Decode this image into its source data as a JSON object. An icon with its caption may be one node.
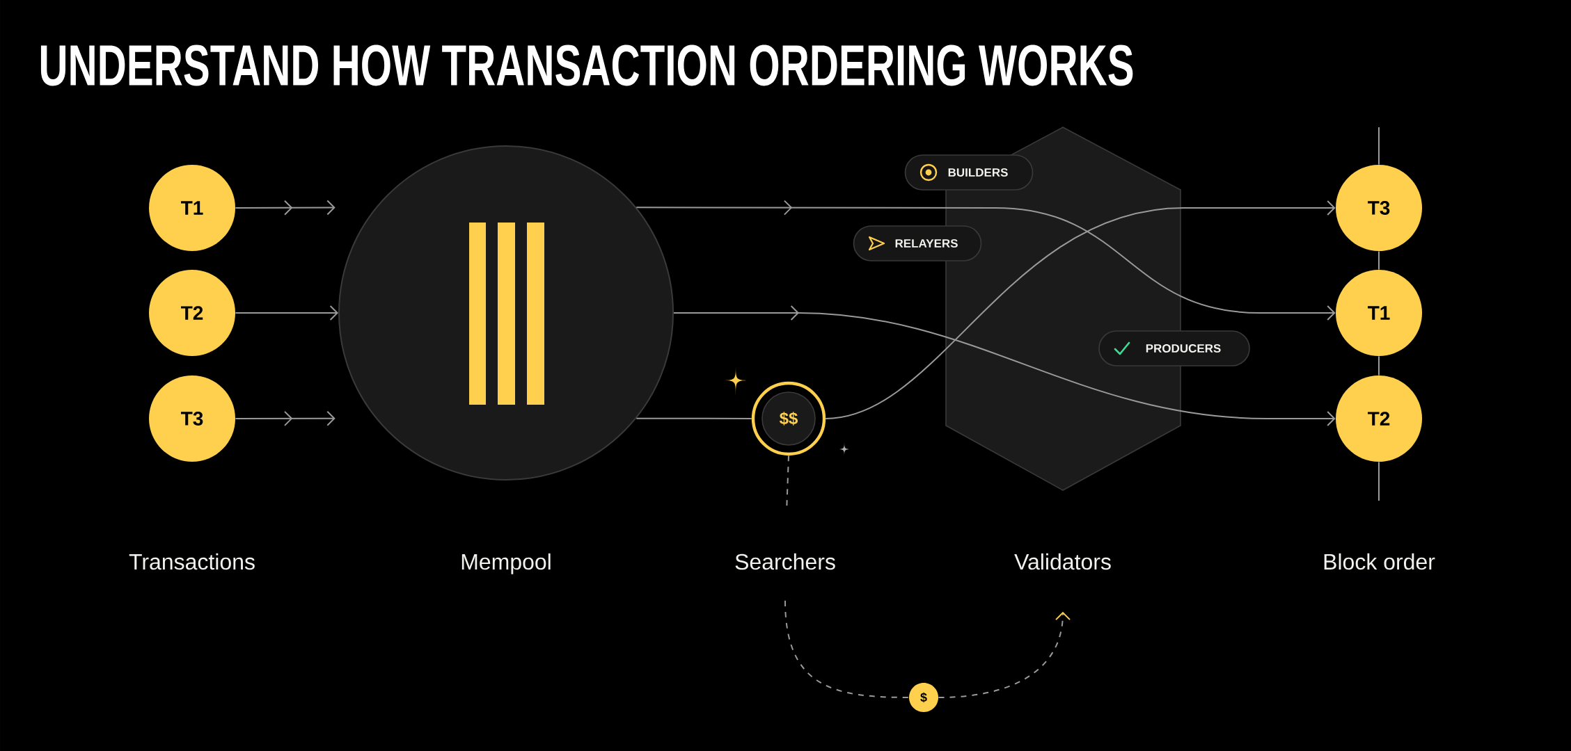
{
  "diagram": {
    "title": "UNDERSTAND HOW TRANSACTION ORDERING WORKS",
    "nodes": [
      {
        "text": [
          "T1"
        ]
      },
      {
        "text": [
          "T2"
        ]
      },
      {
        "text": [
          "T3"
        ]
      },
      {
        "text": [],
        "shape": "circle"
      },
      {
        "text": [
          "$$"
        ]
      },
      {
        "text": [
          "BUILDERS"
        ]
      },
      {
        "text": [
          "RELAYERS"
        ]
      },
      {
        "text": [
          "PRODUCERS"
        ]
      },
      {
        "text": [
          "T3"
        ]
      },
      {
        "text": [
          "T1"
        ]
      },
      {
        "text": [
          "T2"
        ]
      },
      {
        "text": [
          "Searchers"
        ]
      },
      {
        "text": [
          "Validators"
        ]
      },
      {
        "text": [
          "$"
        ]
      }
    ],
    "edges": [
      {
        "from": 0,
        "to": 3,
        "arrow": "to"
      },
      {
        "from": 1,
        "to": 3,
        "arrow": "to"
      },
      {
        "from": 2,
        "to": 3,
        "arrow": "to"
      },
      {
        "from": 3,
        "to": 9,
        "arrow": "to"
      },
      {
        "from": 3,
        "to": 10,
        "arrow": "to"
      },
      {
        "from": 3,
        "to": 4,
        "arrow": "none"
      },
      {
        "from": 4,
        "to": 8,
        "arrow": "to"
      },
      {
        "from": 4,
        "to": 11,
        "arrow": "none",
        "style": "dashed"
      },
      {
        "from": 11,
        "to": 13,
        "arrow": "none",
        "style": "dashed"
      },
      {
        "from": 13,
        "to": 12,
        "arrow": "to",
        "style": "dashed"
      },
      {
        "from": 8,
        "to": 9,
        "arrow": "none"
      },
      {
        "from": 9,
        "to": 10,
        "arrow": "none"
      }
    ],
    "labels": [
      "Transactions",
      "Mempool",
      "Block order"
    ]
  }
}
